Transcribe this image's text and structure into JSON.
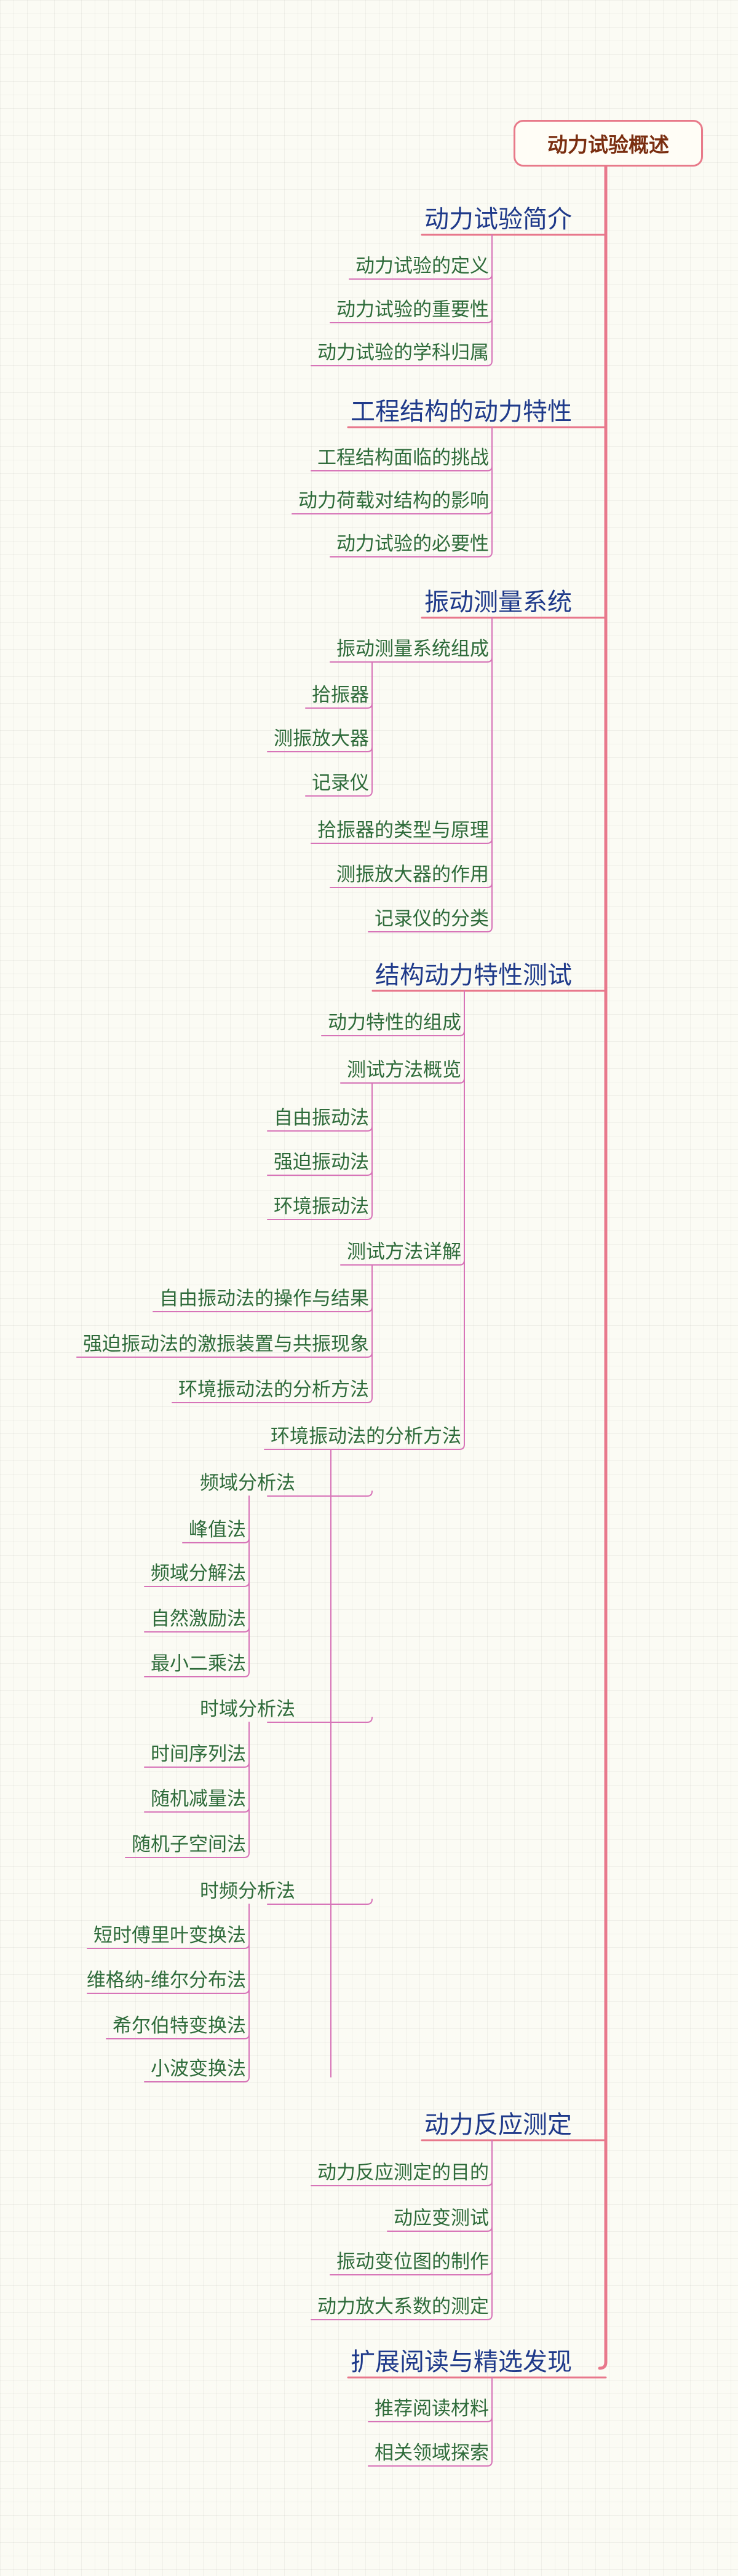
{
  "root": {
    "label": "动力试验概述"
  },
  "sections": [
    {
      "label": "动力试验简介",
      "items": [
        {
          "label": "动力试验的定义"
        },
        {
          "label": "动力试验的重要性"
        },
        {
          "label": "动力试验的学科归属"
        }
      ]
    },
    {
      "label": "工程结构的动力特性",
      "items": [
        {
          "label": "工程结构面临的挑战"
        },
        {
          "label": "动力荷载对结构的影响"
        },
        {
          "label": "动力试验的必要性"
        }
      ]
    },
    {
      "label": "振动测量系统",
      "items": [
        {
          "label": "振动测量系统组成",
          "children": [
            {
              "label": "拾振器"
            },
            {
              "label": "测振放大器"
            },
            {
              "label": "记录仪"
            }
          ]
        },
        {
          "label": "拾振器的类型与原理"
        },
        {
          "label": "测振放大器的作用"
        },
        {
          "label": "记录仪的分类"
        }
      ]
    },
    {
      "label": "结构动力特性测试",
      "items": [
        {
          "label": "动力特性的组成"
        },
        {
          "label": "测试方法概览",
          "children": [
            {
              "label": "自由振动法"
            },
            {
              "label": "强迫振动法"
            },
            {
              "label": "环境振动法"
            }
          ]
        },
        {
          "label": "测试方法详解",
          "children": [
            {
              "label": "自由振动法的操作与结果"
            },
            {
              "label": "强迫振动法的激振装置与共振现象"
            },
            {
              "label": "环境振动法的分析方法"
            }
          ]
        },
        {
          "label": "环境振动法的分析方法",
          "children": [
            {
              "label": "频域分析法",
              "children": [
                {
                  "label": "峰值法"
                },
                {
                  "label": "频域分解法"
                },
                {
                  "label": "自然激励法"
                },
                {
                  "label": "最小二乘法"
                }
              ]
            },
            {
              "label": "时域分析法",
              "children": [
                {
                  "label": "时间序列法"
                },
                {
                  "label": "随机减量法"
                },
                {
                  "label": "随机子空间法"
                }
              ]
            },
            {
              "label": "时频分析法",
              "children": [
                {
                  "label": "短时傅里叶变换法"
                },
                {
                  "label": "维格纳-维尔分布法"
                },
                {
                  "label": "希尔伯特变换法"
                },
                {
                  "label": "小波变换法"
                }
              ]
            }
          ]
        }
      ]
    },
    {
      "label": "动力反应测定",
      "items": [
        {
          "label": "动力反应测定的目的"
        },
        {
          "label": "动应变测试"
        },
        {
          "label": "振动变位图的制作"
        },
        {
          "label": "动力放大系数的测定"
        }
      ]
    },
    {
      "label": "扩展阅读与精选发现",
      "items": [
        {
          "label": "推荐阅读材料"
        },
        {
          "label": "相关领域探索"
        }
      ]
    }
  ],
  "colors": {
    "trunk": "#e8788c",
    "branch": "#d774b8",
    "section_text": "#1f3a8a",
    "item_text": "#2e6b3a",
    "root_text": "#7a2e10"
  }
}
